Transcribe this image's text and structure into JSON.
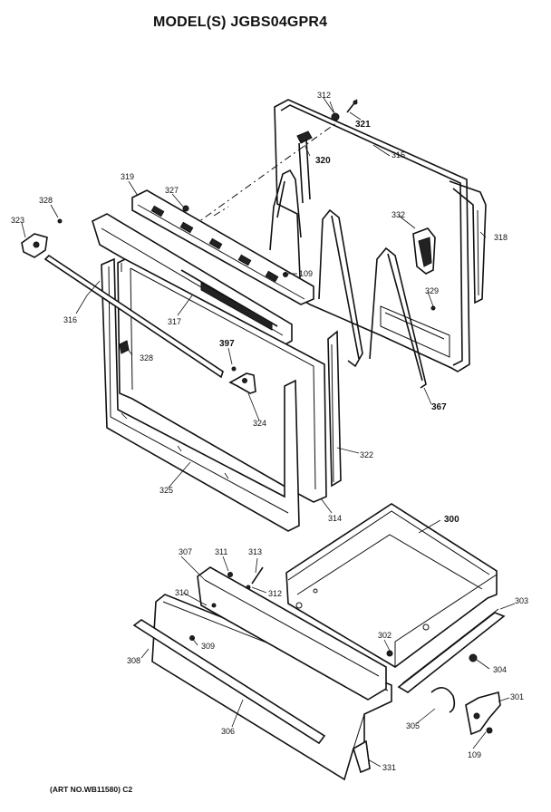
{
  "title": "MODEL(S) JGBS04GPR4",
  "art_number": "(ART NO.WB11580) C2",
  "parts": {
    "p312a": "312",
    "p321": "321",
    "p320": "320",
    "p315": "315",
    "p319": "319",
    "p327": "327",
    "p328a": "328",
    "p323": "323",
    "p332": "332",
    "p318": "318",
    "p109a": "109",
    "p329": "329",
    "p316": "316",
    "p317": "317",
    "p397": "397",
    "p328b": "328",
    "p367": "367",
    "p324": "324",
    "p322": "322",
    "p325": "325",
    "p314": "314",
    "p300": "300",
    "p307": "307",
    "p311": "311",
    "p313": "313",
    "p310": "310",
    "p312b": "312",
    "p303": "303",
    "p309": "309",
    "p308": "308",
    "p302": "302",
    "p304": "304",
    "p301": "301",
    "p305": "305",
    "p306": "306",
    "p109b": "109",
    "p331": "331"
  }
}
